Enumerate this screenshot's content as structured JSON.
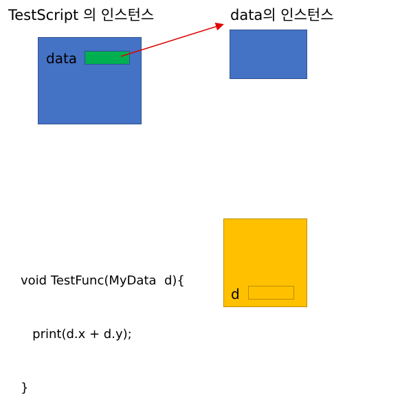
{
  "titles": {
    "left": "TestScript 의 인스턴스",
    "right": "data의 인스턴스"
  },
  "fields": {
    "data_label": "data",
    "param_label": "d"
  },
  "code": {
    "lines": [
      "void TestFunc(MyData  d){",
      "   print(d.x + d.y);",
      "}"
    ]
  },
  "colors": {
    "instance_fill": "#4472c4",
    "field_fill": "#00b050",
    "parameter_fill": "#ffc000",
    "arrow": "#e00000"
  }
}
